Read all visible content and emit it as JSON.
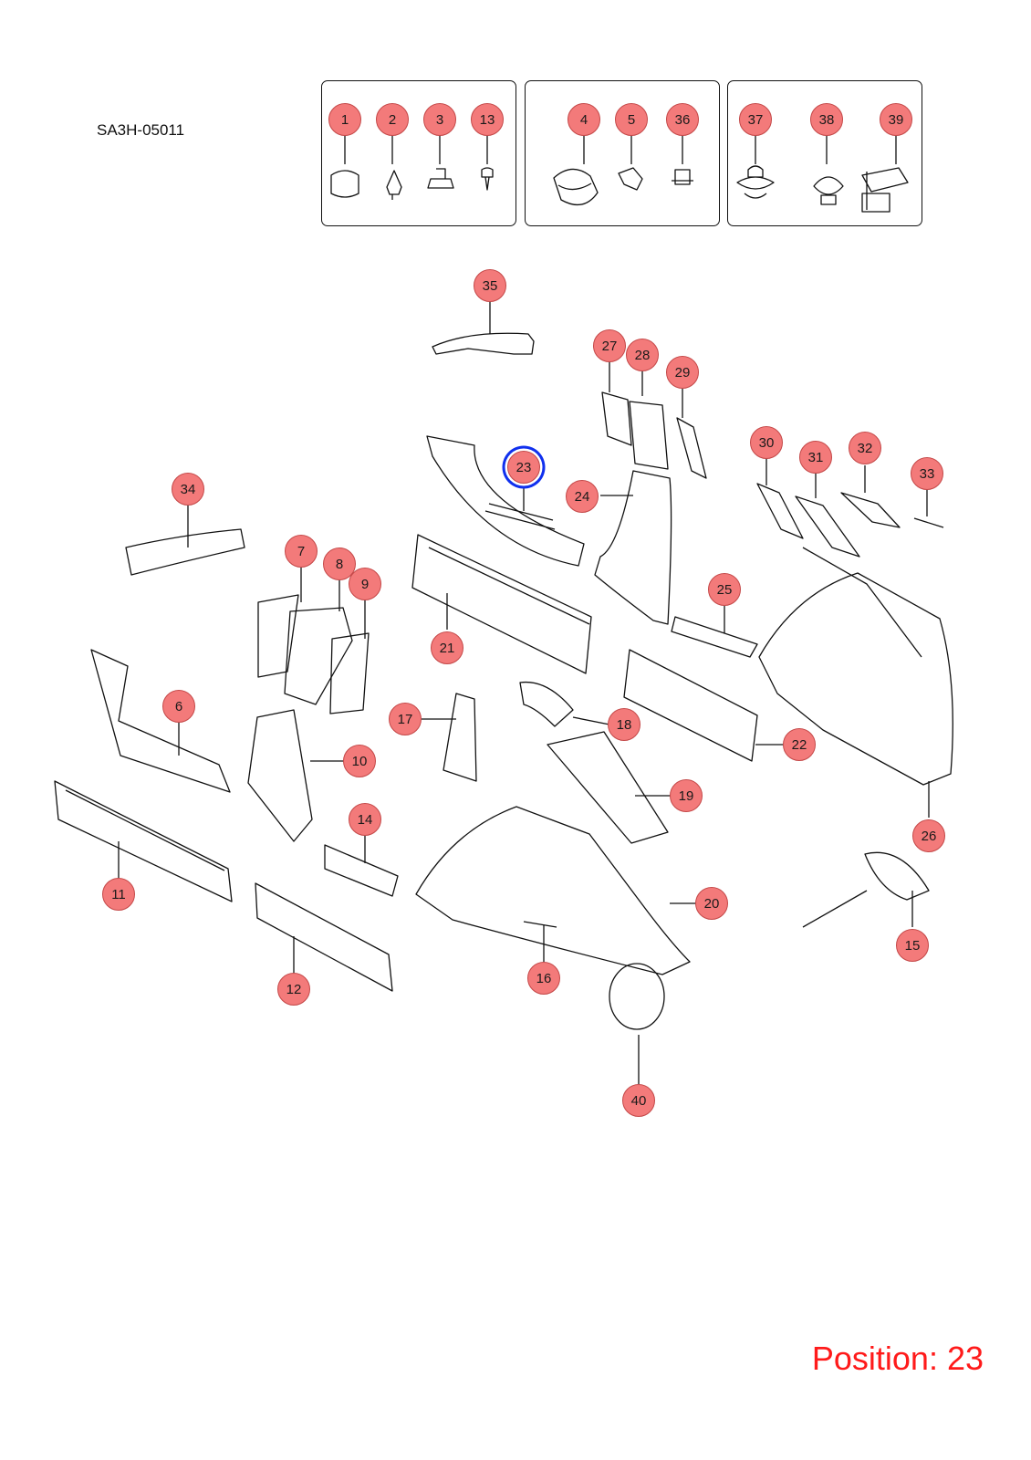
{
  "diagram_code": "SA3H-05011",
  "position_label": "Position: 23",
  "selected_callout": "23",
  "colors": {
    "callout_fill": "#f37a7a",
    "selection_ring": "#1030ee",
    "position_text": "#ff1a1a"
  },
  "callouts": [
    "1",
    "2",
    "3",
    "13",
    "4",
    "5",
    "36",
    "37",
    "38",
    "39",
    "35",
    "27",
    "28",
    "29",
    "23",
    "24",
    "30",
    "31",
    "32",
    "33",
    "34",
    "7",
    "8",
    "9",
    "21",
    "25",
    "6",
    "17",
    "18",
    "10",
    "22",
    "19",
    "14",
    "11",
    "20",
    "26",
    "15",
    "16",
    "12",
    "40"
  ]
}
